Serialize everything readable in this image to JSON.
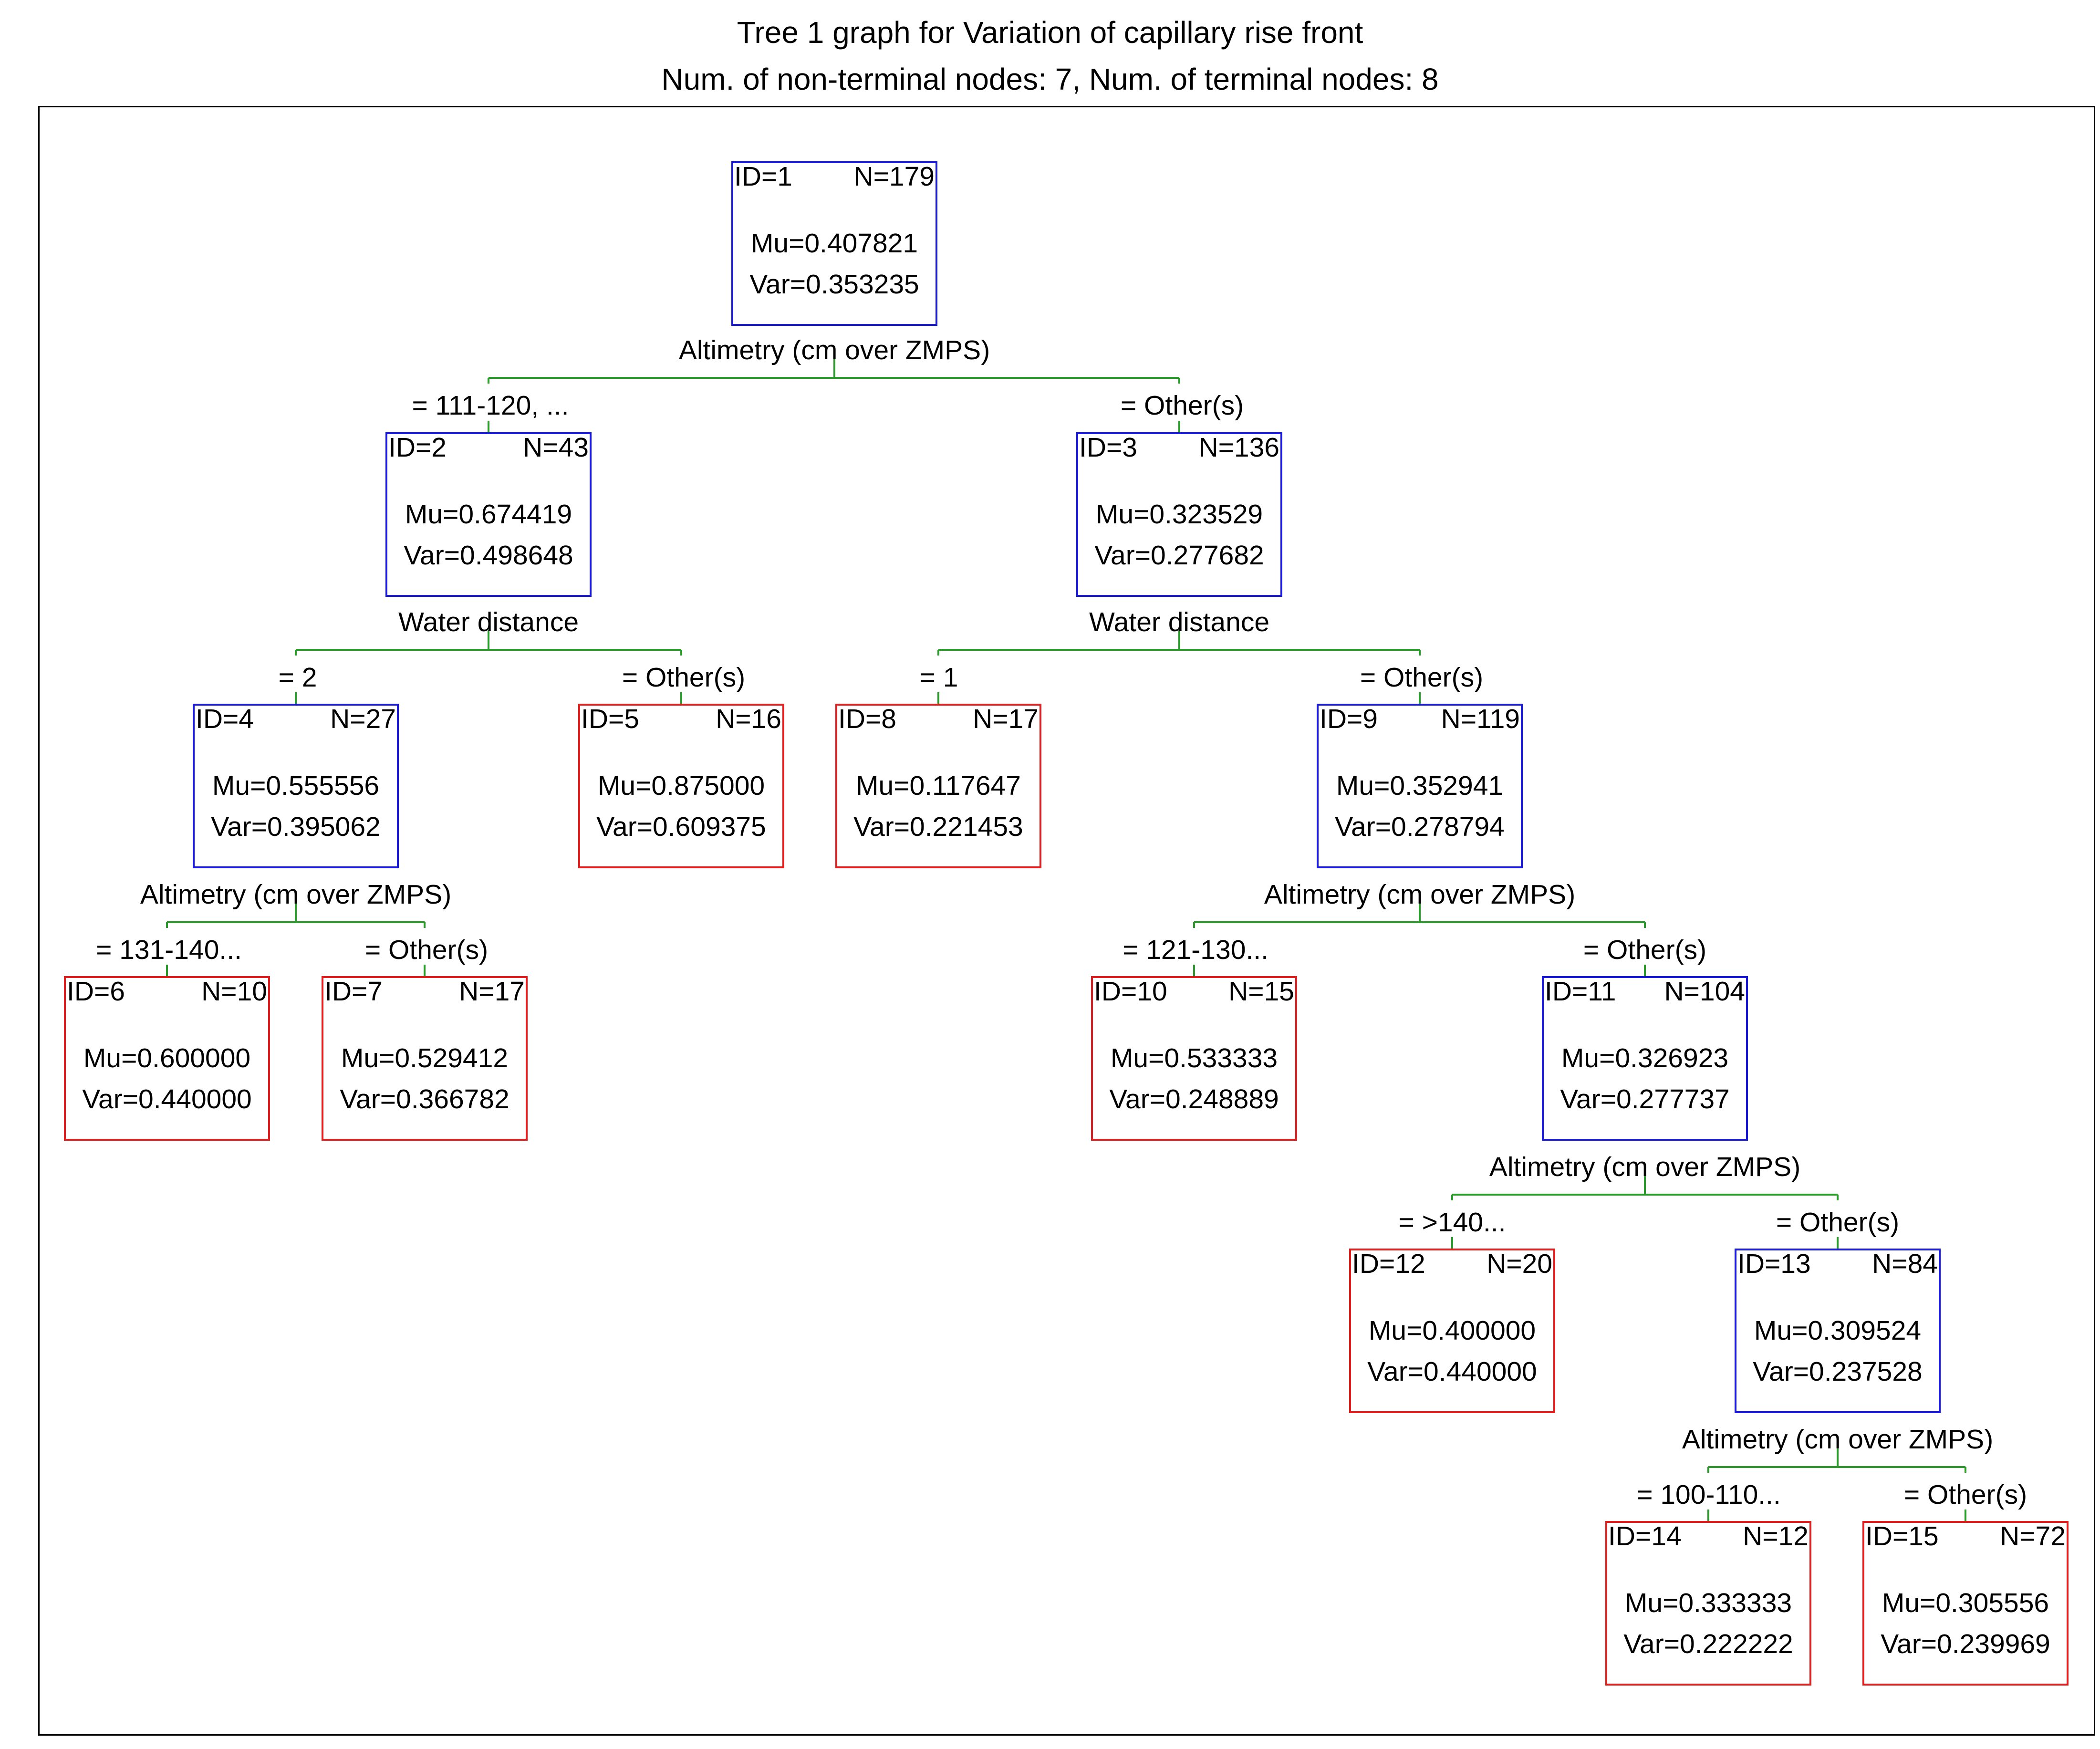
{
  "title": "Tree 1 graph for Variation of capillary rise front",
  "subtitle": "Num. of non-terminal nodes: 7,  Num. of terminal nodes: 8",
  "colors": {
    "split_node": "#1a1ad6",
    "terminal_node": "#e01e1e",
    "edge": "#2a9a2a"
  },
  "nodes": [
    {
      "id": "ID=1",
      "n": "N=179",
      "mu": "Mu=0.407821",
      "var": "Var=0.353235",
      "terminal": false
    },
    {
      "id": "ID=2",
      "n": "N=43",
      "mu": "Mu=0.674419",
      "var": "Var=0.498648",
      "terminal": false
    },
    {
      "id": "ID=3",
      "n": "N=136",
      "mu": "Mu=0.323529",
      "var": "Var=0.277682",
      "terminal": false
    },
    {
      "id": "ID=4",
      "n": "N=27",
      "mu": "Mu=0.555556",
      "var": "Var=0.395062",
      "terminal": false
    },
    {
      "id": "ID=5",
      "n": "N=16",
      "mu": "Mu=0.875000",
      "var": "Var=0.609375",
      "terminal": true
    },
    {
      "id": "ID=8",
      "n": "N=17",
      "mu": "Mu=0.117647",
      "var": "Var=0.221453",
      "terminal": true
    },
    {
      "id": "ID=9",
      "n": "N=119",
      "mu": "Mu=0.352941",
      "var": "Var=0.278794",
      "terminal": false
    },
    {
      "id": "ID=6",
      "n": "N=10",
      "mu": "Mu=0.600000",
      "var": "Var=0.440000",
      "terminal": true
    },
    {
      "id": "ID=7",
      "n": "N=17",
      "mu": "Mu=0.529412",
      "var": "Var=0.366782",
      "terminal": true
    },
    {
      "id": "ID=10",
      "n": "N=15",
      "mu": "Mu=0.533333",
      "var": "Var=0.248889",
      "terminal": true
    },
    {
      "id": "ID=11",
      "n": "N=104",
      "mu": "Mu=0.326923",
      "var": "Var=0.277737",
      "terminal": false
    },
    {
      "id": "ID=12",
      "n": "N=20",
      "mu": "Mu=0.400000",
      "var": "Var=0.440000",
      "terminal": true
    },
    {
      "id": "ID=13",
      "n": "N=84",
      "mu": "Mu=0.309524",
      "var": "Var=0.237528",
      "terminal": false
    },
    {
      "id": "ID=14",
      "n": "N=12",
      "mu": "Mu=0.333333",
      "var": "Var=0.222222",
      "terminal": true
    },
    {
      "id": "ID=15",
      "n": "N=72",
      "mu": "Mu=0.305556",
      "var": "Var=0.239969",
      "terminal": true
    }
  ],
  "splits": [
    {
      "variable": "Altimetry (cm over ZMPS)",
      "left": "= 111-120, ...",
      "right": "= Other(s)"
    },
    {
      "variable": "Water distance",
      "left": "= 2",
      "right": "= Other(s)"
    },
    {
      "variable": "Water distance",
      "left": "= 1",
      "right": "= Other(s)"
    },
    {
      "variable": "Altimetry (cm over ZMPS)",
      "left": "= 131-140...",
      "right": "= Other(s)"
    },
    {
      "variable": "Altimetry (cm over ZMPS)",
      "left": "= 121-130...",
      "right": "= Other(s)"
    },
    {
      "variable": "Altimetry (cm over ZMPS)",
      "left": "= >140...",
      "right": "= Other(s)"
    },
    {
      "variable": "Altimetry (cm over ZMPS)",
      "left": "= 100-110...",
      "right": "= Other(s)"
    }
  ]
}
